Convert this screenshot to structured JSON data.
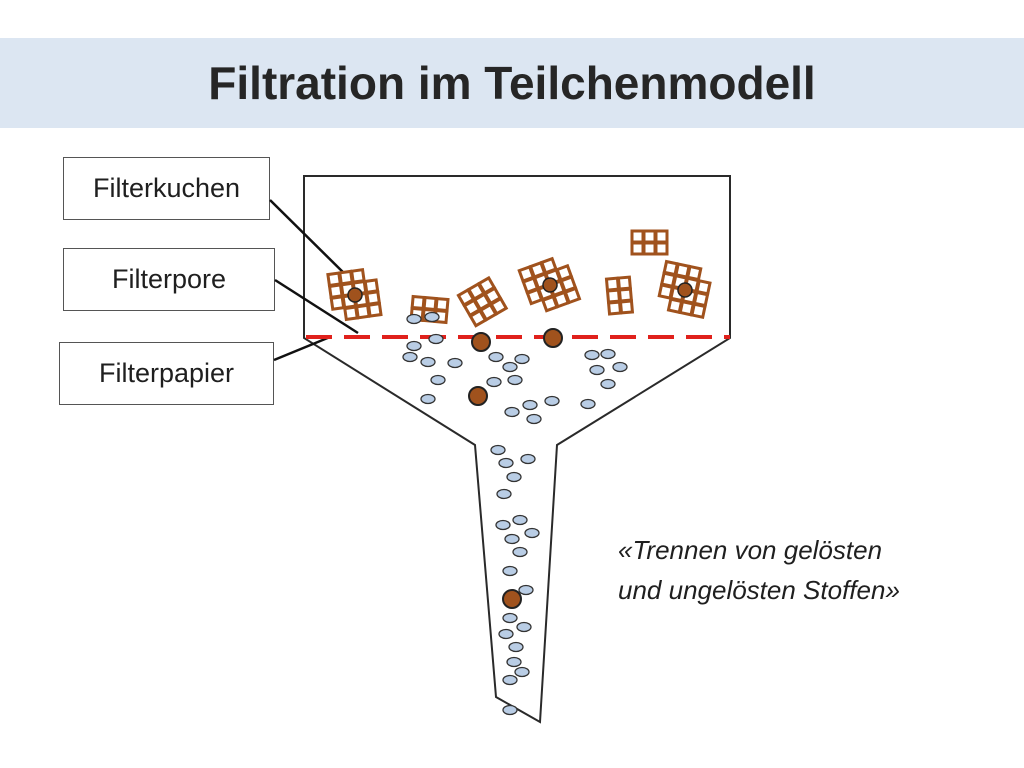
{
  "title": "Filtration im Teilchenmodell",
  "labels": {
    "filterkuchen": "Filterkuchen",
    "filterpore": "Filterpore",
    "filterpapier": "Filterpapier"
  },
  "caption": {
    "line1": "«Trennen von gelösten",
    "line2": "und ungelösten Stoffen»"
  },
  "colors": {
    "title_band": "#dce6f2",
    "filter_paper_dash": "#e0211c",
    "solid_particle": "#a0521d",
    "dissolved_particle": "#b9cde5"
  }
}
